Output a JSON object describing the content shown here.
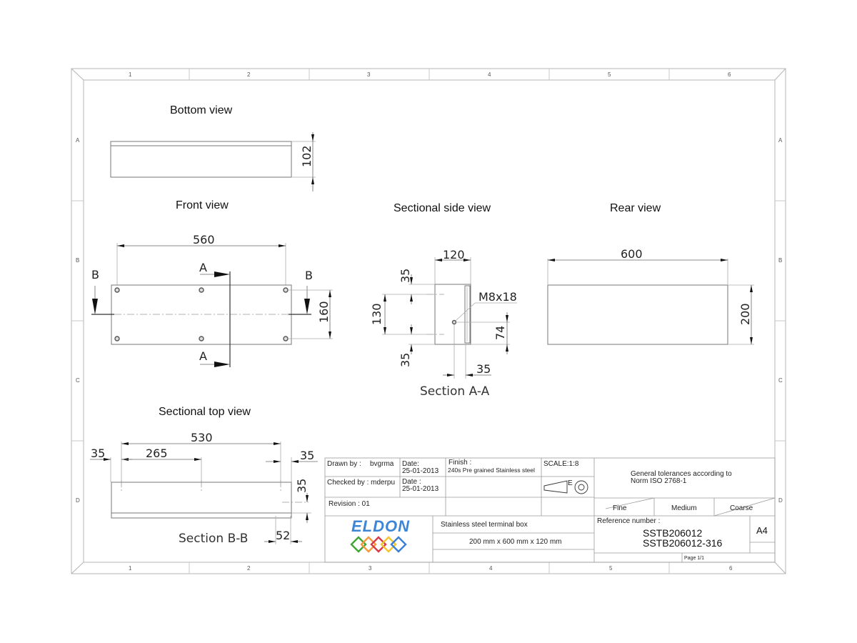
{
  "sheet": {
    "columns": [
      "1",
      "2",
      "3",
      "4",
      "5",
      "6"
    ],
    "rows": [
      "A",
      "B",
      "C",
      "D"
    ]
  },
  "views": {
    "bottom": {
      "title": "Bottom view",
      "dim_height": "102"
    },
    "front": {
      "title": "Front view",
      "dim_width": "560",
      "dim_height": "160",
      "cut_a_label": "A",
      "cut_b_label": "B"
    },
    "side": {
      "title": "Sectional side view",
      "section_label": "Section A-A",
      "dim_width": "120",
      "dim_top": "35",
      "dim_middle": "130",
      "dim_bottom": "35",
      "dim_bolt": "M8x18",
      "dim_bolt_height": "74",
      "dim_bolt_offset": "35"
    },
    "rear": {
      "title": "Rear view",
      "dim_width": "600",
      "dim_height": "200"
    },
    "top": {
      "title": "Sectional top view",
      "section_label": "Section B-B",
      "dim_total": "530",
      "dim_left": "35",
      "dim_mid": "265",
      "dim_right": "35",
      "dim_side": "35",
      "dim_bottom": "52"
    }
  },
  "title_block": {
    "drawn_by_label": "Drawn by :",
    "drawn_by": "bvgrma",
    "date1_label": "Date:",
    "date1": "25-01-2013",
    "checked_by": "Checked by : mderpu",
    "date2_label": "Date :",
    "date2": "25-01-2013",
    "finish_label": "Finish :",
    "finish": "240s Pre grained Stainless steel",
    "scale": "SCALE:1:8",
    "projection_letter": "E",
    "revision": "Revision : 01",
    "tolerance_line1": "General tolerances according to",
    "tolerance_line2": "Norm ISO 2768-1",
    "tol_fine": "Fine",
    "tol_medium": "Medium",
    "tol_coarse": "Coarse",
    "logo_text": "ELDON",
    "logo_colors": [
      "#3fa535",
      "#f39a3c",
      "#d93a4a",
      "#f2c531",
      "#3a7fd5"
    ],
    "description": "Stainless steel terminal box",
    "dimensions": "200 mm x 600 mm x 120 mm",
    "reference_label": "Reference number :",
    "reference1": "SSTB206012",
    "reference2": "SSTB206012-316",
    "paper_size": "A4",
    "page": "Page 1/1"
  }
}
